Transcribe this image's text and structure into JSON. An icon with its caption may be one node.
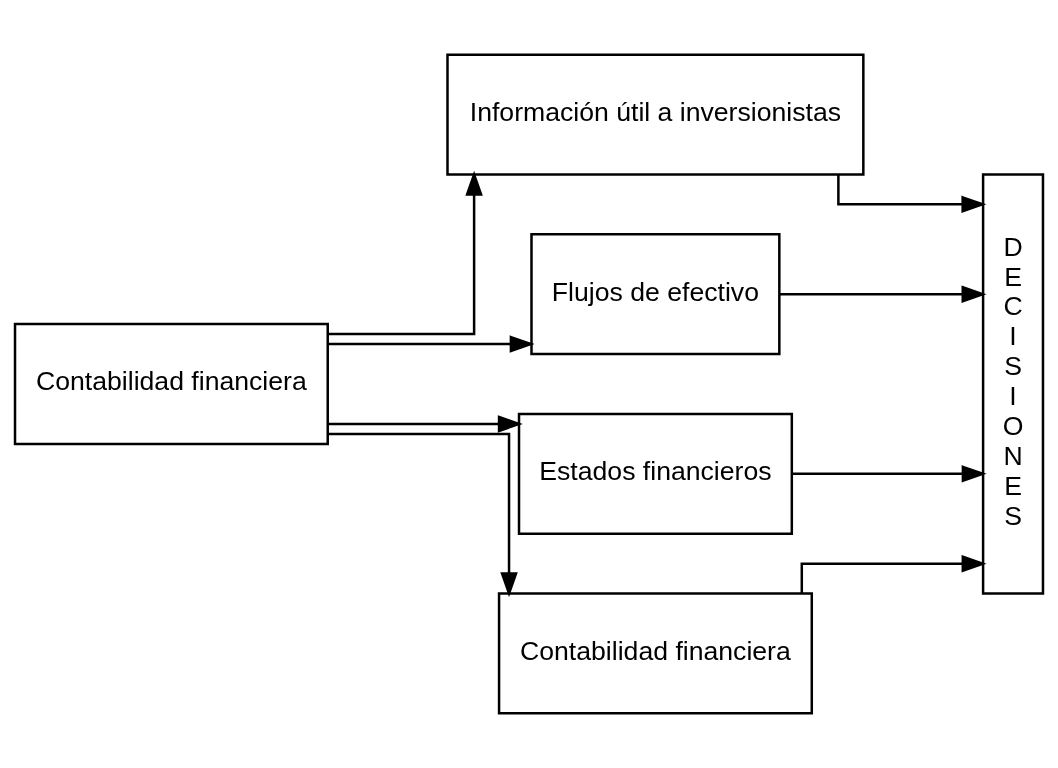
{
  "diagram": {
    "nodes": [
      {
        "text": [
          "Contabilidad financiera"
        ]
      },
      {
        "text": [
          "Información útil a inversionistas"
        ]
      },
      {
        "text": [
          "Flujos de efectivo"
        ]
      },
      {
        "text": [
          "Estados financieros"
        ]
      },
      {
        "text": [
          "Contabilidad financiera"
        ]
      },
      {
        "text": [
          "D E C I S I O N E S"
        ]
      }
    ],
    "edges": [
      {
        "from": 0,
        "to": 1,
        "arrow": "to"
      },
      {
        "from": 0,
        "to": 2,
        "arrow": "to"
      },
      {
        "from": 0,
        "to": 3,
        "arrow": "to"
      },
      {
        "from": 0,
        "to": 4,
        "arrow": "to"
      },
      {
        "from": 1,
        "to": 5,
        "arrow": "to"
      },
      {
        "from": 2,
        "to": 5,
        "arrow": "to"
      },
      {
        "from": 3,
        "to": 5,
        "arrow": "to"
      },
      {
        "from": 4,
        "to": 5,
        "arrow": "to"
      }
    ]
  }
}
